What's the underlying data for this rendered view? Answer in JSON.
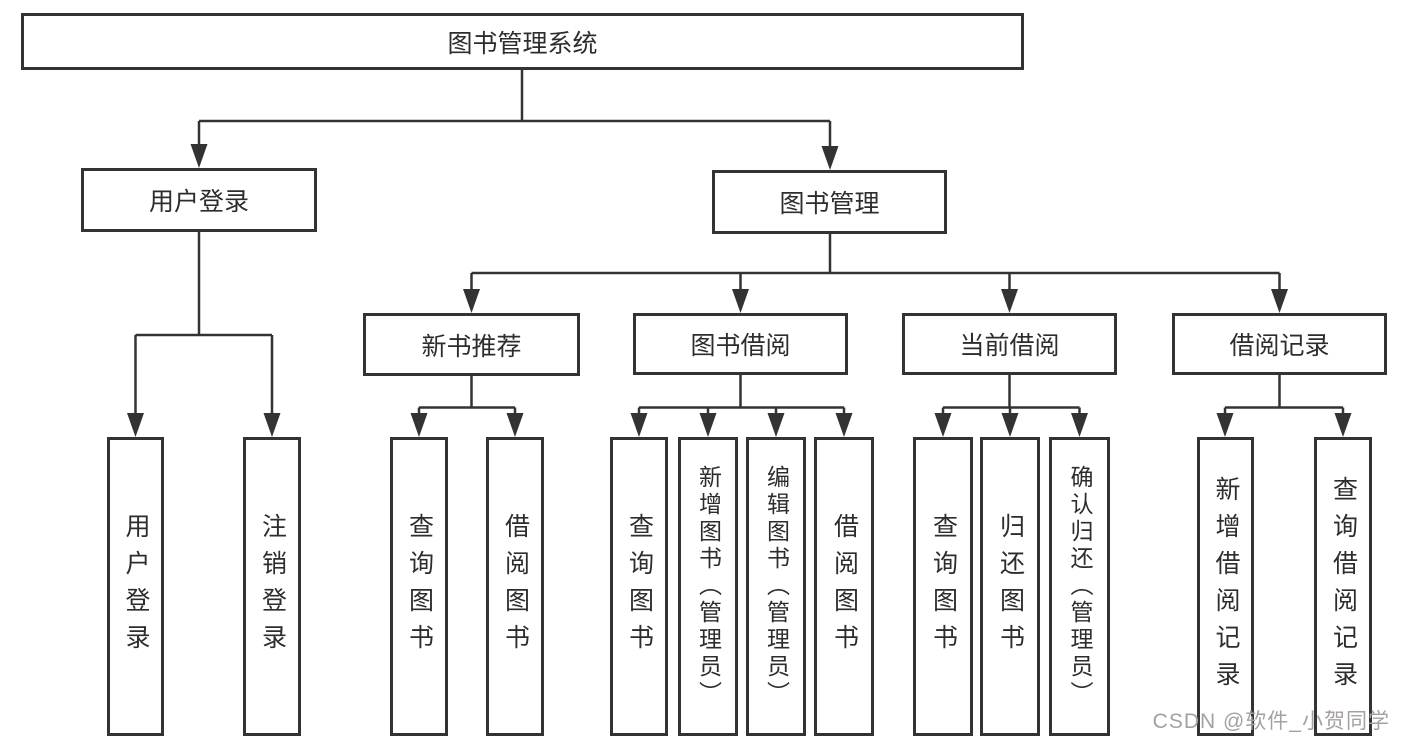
{
  "diagram": {
    "root": {
      "label": "图书管理系统"
    },
    "level2": {
      "user_login": {
        "label": "用户登录"
      },
      "book_management": {
        "label": "图书管理"
      }
    },
    "level3": {
      "new_book_recommend": {
        "label": "新书推荐"
      },
      "book_borrowing": {
        "label": "图书借阅"
      },
      "current_borrowing": {
        "label": "当前借阅"
      },
      "borrowing_records": {
        "label": "借阅记录"
      }
    },
    "leaves": {
      "user_login": "用户登录",
      "logout": "注销登录",
      "recommend_query_books": "查询图书",
      "recommend_borrow_books": "借阅图书",
      "borrow_query_books": "查询图书",
      "borrow_add_books": "新增图书（管理员）",
      "borrow_edit_books": "编辑图书（管理员）",
      "borrow_borrow_books": "借阅图书",
      "current_query_books": "查询图书",
      "current_return_books": "归还图书",
      "current_confirm_return": "确认归还（管理员）",
      "records_add_record": "新增借阅记录",
      "records_query_record": "查询借阅记录"
    }
  },
  "watermark": {
    "text": "CSDN @软件_小贺同学",
    "color": "#a6a0a0"
  },
  "colors": {
    "line": "#333333",
    "text": "#2d2d2d",
    "background": "#ffffff"
  }
}
